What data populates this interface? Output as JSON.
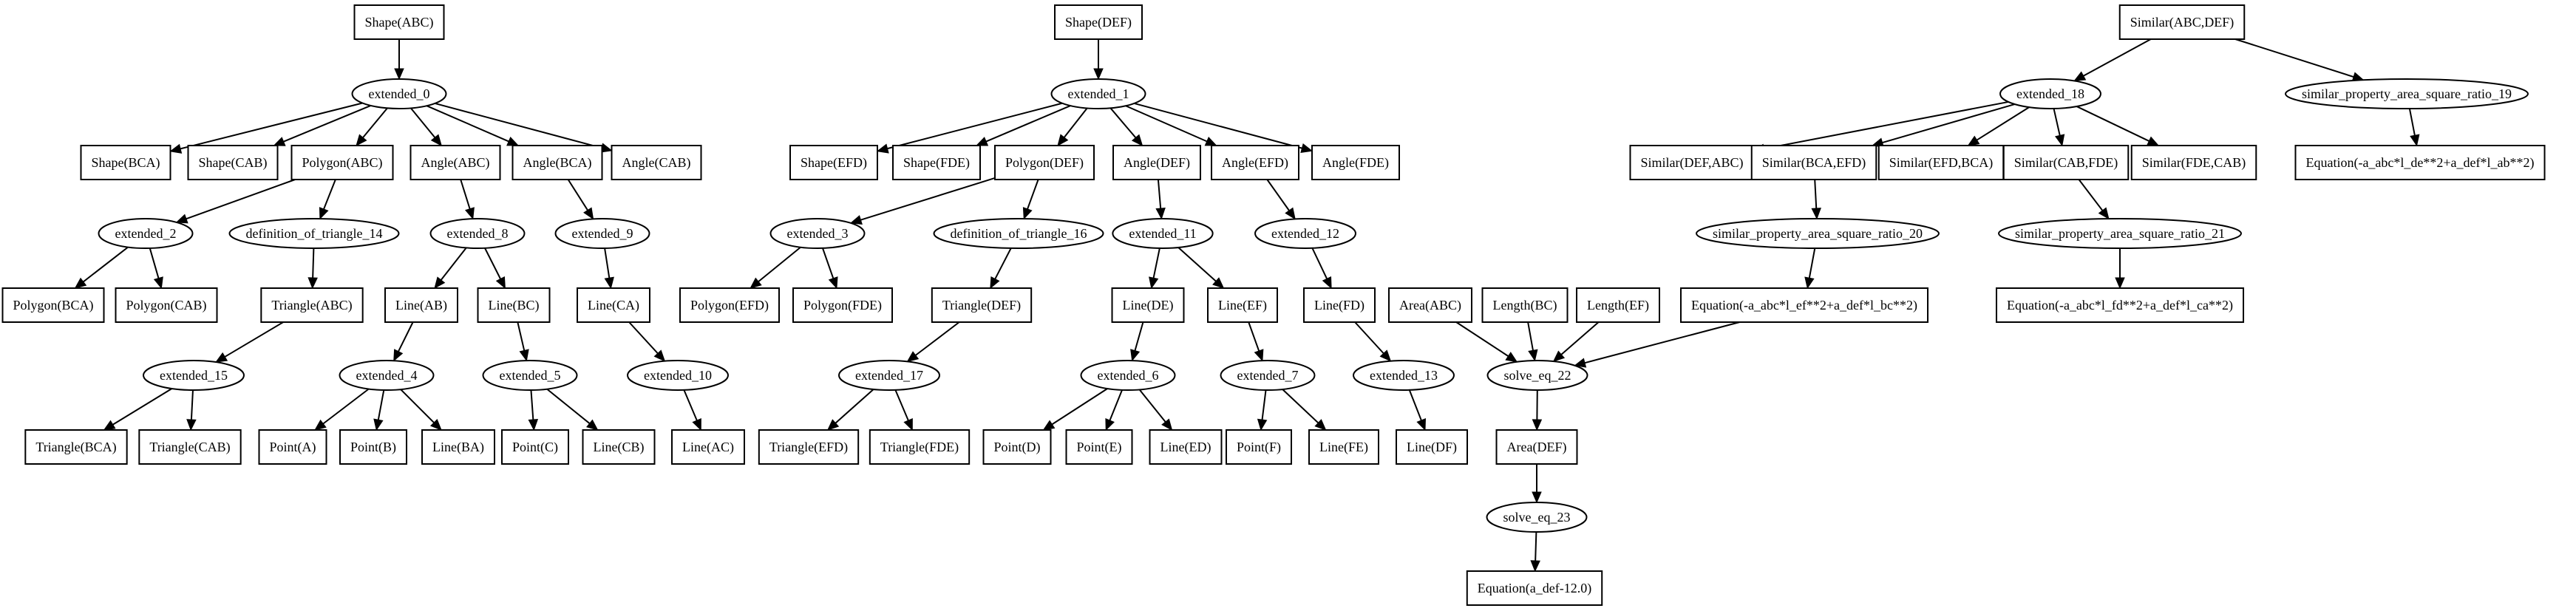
{
  "graph": {
    "nodes": [
      {
        "id": "n0",
        "label": "Shape(ABC)",
        "shape": "box"
      },
      {
        "id": "n1",
        "label": "extended_0",
        "shape": "ellipse"
      },
      {
        "id": "n2",
        "label": "Shape(BCA)",
        "shape": "box"
      },
      {
        "id": "n3",
        "label": "Shape(CAB)",
        "shape": "box"
      },
      {
        "id": "n4",
        "label": "Polygon(ABC)",
        "shape": "box"
      },
      {
        "id": "n5",
        "label": "Angle(ABC)",
        "shape": "box"
      },
      {
        "id": "n6",
        "label": "Angle(BCA)",
        "shape": "box"
      },
      {
        "id": "n7",
        "label": "Angle(CAB)",
        "shape": "box"
      },
      {
        "id": "n8",
        "label": "extended_2",
        "shape": "ellipse"
      },
      {
        "id": "n9",
        "label": "definition_of_triangle_14",
        "shape": "ellipse"
      },
      {
        "id": "n10",
        "label": "extended_8",
        "shape": "ellipse"
      },
      {
        "id": "n11",
        "label": "extended_9",
        "shape": "ellipse"
      },
      {
        "id": "n12",
        "label": "Polygon(BCA)",
        "shape": "box"
      },
      {
        "id": "n13",
        "label": "Polygon(CAB)",
        "shape": "box"
      },
      {
        "id": "n14",
        "label": "Triangle(ABC)",
        "shape": "box"
      },
      {
        "id": "n15",
        "label": "Line(AB)",
        "shape": "box"
      },
      {
        "id": "n16",
        "label": "Line(BC)",
        "shape": "box"
      },
      {
        "id": "n17",
        "label": "Line(CA)",
        "shape": "box"
      },
      {
        "id": "n18",
        "label": "extended_15",
        "shape": "ellipse"
      },
      {
        "id": "n19",
        "label": "extended_4",
        "shape": "ellipse"
      },
      {
        "id": "n20",
        "label": "extended_5",
        "shape": "ellipse"
      },
      {
        "id": "n21",
        "label": "extended_10",
        "shape": "ellipse"
      },
      {
        "id": "n22",
        "label": "Triangle(BCA)",
        "shape": "box"
      },
      {
        "id": "n23",
        "label": "Triangle(CAB)",
        "shape": "box"
      },
      {
        "id": "n24",
        "label": "Point(A)",
        "shape": "box"
      },
      {
        "id": "n25",
        "label": "Point(B)",
        "shape": "box"
      },
      {
        "id": "n26",
        "label": "Line(BA)",
        "shape": "box"
      },
      {
        "id": "n27",
        "label": "Point(C)",
        "shape": "box"
      },
      {
        "id": "n28",
        "label": "Line(CB)",
        "shape": "box"
      },
      {
        "id": "n29",
        "label": "Line(AC)",
        "shape": "box"
      },
      {
        "id": "m0",
        "label": "Shape(DEF)",
        "shape": "box"
      },
      {
        "id": "m1",
        "label": "extended_1",
        "shape": "ellipse"
      },
      {
        "id": "m2",
        "label": "Shape(EFD)",
        "shape": "box"
      },
      {
        "id": "m3",
        "label": "Shape(FDE)",
        "shape": "box"
      },
      {
        "id": "m4",
        "label": "Polygon(DEF)",
        "shape": "box"
      },
      {
        "id": "m5",
        "label": "Angle(DEF)",
        "shape": "box"
      },
      {
        "id": "m6",
        "label": "Angle(EFD)",
        "shape": "box"
      },
      {
        "id": "m7",
        "label": "Angle(FDE)",
        "shape": "box"
      },
      {
        "id": "m8",
        "label": "extended_3",
        "shape": "ellipse"
      },
      {
        "id": "m9",
        "label": "definition_of_triangle_16",
        "shape": "ellipse"
      },
      {
        "id": "m10",
        "label": "extended_11",
        "shape": "ellipse"
      },
      {
        "id": "m11",
        "label": "extended_12",
        "shape": "ellipse"
      },
      {
        "id": "m12",
        "label": "Polygon(EFD)",
        "shape": "box"
      },
      {
        "id": "m13",
        "label": "Polygon(FDE)",
        "shape": "box"
      },
      {
        "id": "m14",
        "label": "Triangle(DEF)",
        "shape": "box"
      },
      {
        "id": "m15",
        "label": "Line(DE)",
        "shape": "box"
      },
      {
        "id": "m16",
        "label": "Line(EF)",
        "shape": "box"
      },
      {
        "id": "m17",
        "label": "Line(FD)",
        "shape": "box"
      },
      {
        "id": "m18",
        "label": "extended_17",
        "shape": "ellipse"
      },
      {
        "id": "m19",
        "label": "extended_6",
        "shape": "ellipse"
      },
      {
        "id": "m20",
        "label": "extended_7",
        "shape": "ellipse"
      },
      {
        "id": "m21",
        "label": "extended_13",
        "shape": "ellipse"
      },
      {
        "id": "m22",
        "label": "Triangle(EFD)",
        "shape": "box"
      },
      {
        "id": "m23",
        "label": "Triangle(FDE)",
        "shape": "box"
      },
      {
        "id": "m24",
        "label": "Point(D)",
        "shape": "box"
      },
      {
        "id": "m25",
        "label": "Point(E)",
        "shape": "box"
      },
      {
        "id": "m26",
        "label": "Line(ED)",
        "shape": "box"
      },
      {
        "id": "m27",
        "label": "Point(F)",
        "shape": "box"
      },
      {
        "id": "m28",
        "label": "Line(FE)",
        "shape": "box"
      },
      {
        "id": "m29",
        "label": "Line(DF)",
        "shape": "box"
      },
      {
        "id": "s0",
        "label": "Similar(ABC,DEF)",
        "shape": "box"
      },
      {
        "id": "s1",
        "label": "extended_18",
        "shape": "ellipse"
      },
      {
        "id": "s2",
        "label": "similar_property_area_square_ratio_19",
        "shape": "ellipse"
      },
      {
        "id": "s3",
        "label": "Similar(DEF,ABC)",
        "shape": "box"
      },
      {
        "id": "s4",
        "label": "Similar(BCA,EFD)",
        "shape": "box"
      },
      {
        "id": "s5",
        "label": "Similar(EFD,BCA)",
        "shape": "box"
      },
      {
        "id": "s6",
        "label": "Similar(CAB,FDE)",
        "shape": "box"
      },
      {
        "id": "s7",
        "label": "Similar(FDE,CAB)",
        "shape": "box"
      },
      {
        "id": "s8",
        "label": "Equation(-a_abc*l_de**2+a_def*l_ab**2)",
        "shape": "box"
      },
      {
        "id": "s9",
        "label": "similar_property_area_square_ratio_20",
        "shape": "ellipse"
      },
      {
        "id": "s10",
        "label": "similar_property_area_square_ratio_21",
        "shape": "ellipse"
      },
      {
        "id": "s11",
        "label": "Equation(-a_abc*l_ef**2+a_def*l_bc**2)",
        "shape": "box"
      },
      {
        "id": "s12",
        "label": "Equation(-a_abc*l_fd**2+a_def*l_ca**2)",
        "shape": "box"
      },
      {
        "id": "s13",
        "label": "Area(ABC)",
        "shape": "box"
      },
      {
        "id": "s14",
        "label": "Length(BC)",
        "shape": "box"
      },
      {
        "id": "s15",
        "label": "Length(EF)",
        "shape": "box"
      },
      {
        "id": "s16",
        "label": "solve_eq_22",
        "shape": "ellipse"
      },
      {
        "id": "s17",
        "label": "Area(DEF)",
        "shape": "box"
      },
      {
        "id": "s18",
        "label": "solve_eq_23",
        "shape": "ellipse"
      },
      {
        "id": "s19",
        "label": "Equation(a_def-12.0)",
        "shape": "box"
      }
    ],
    "edges": [
      [
        "n0",
        "n1"
      ],
      [
        "n1",
        "n2"
      ],
      [
        "n1",
        "n3"
      ],
      [
        "n1",
        "n4"
      ],
      [
        "n1",
        "n5"
      ],
      [
        "n1",
        "n6"
      ],
      [
        "n1",
        "n7"
      ],
      [
        "n4",
        "n8"
      ],
      [
        "n4",
        "n9"
      ],
      [
        "n5",
        "n10"
      ],
      [
        "n6",
        "n11"
      ],
      [
        "n8",
        "n12"
      ],
      [
        "n8",
        "n13"
      ],
      [
        "n9",
        "n14"
      ],
      [
        "n10",
        "n15"
      ],
      [
        "n10",
        "n16"
      ],
      [
        "n11",
        "n17"
      ],
      [
        "n14",
        "n18"
      ],
      [
        "n15",
        "n19"
      ],
      [
        "n16",
        "n20"
      ],
      [
        "n17",
        "n21"
      ],
      [
        "n18",
        "n22"
      ],
      [
        "n18",
        "n23"
      ],
      [
        "n19",
        "n24"
      ],
      [
        "n19",
        "n25"
      ],
      [
        "n19",
        "n26"
      ],
      [
        "n20",
        "n27"
      ],
      [
        "n20",
        "n28"
      ],
      [
        "n21",
        "n29"
      ],
      [
        "m0",
        "m1"
      ],
      [
        "m1",
        "m2"
      ],
      [
        "m1",
        "m3"
      ],
      [
        "m1",
        "m4"
      ],
      [
        "m1",
        "m5"
      ],
      [
        "m1",
        "m6"
      ],
      [
        "m1",
        "m7"
      ],
      [
        "m4",
        "m8"
      ],
      [
        "m4",
        "m9"
      ],
      [
        "m5",
        "m10"
      ],
      [
        "m6",
        "m11"
      ],
      [
        "m8",
        "m12"
      ],
      [
        "m8",
        "m13"
      ],
      [
        "m9",
        "m14"
      ],
      [
        "m10",
        "m15"
      ],
      [
        "m10",
        "m16"
      ],
      [
        "m11",
        "m17"
      ],
      [
        "m14",
        "m18"
      ],
      [
        "m15",
        "m19"
      ],
      [
        "m16",
        "m20"
      ],
      [
        "m17",
        "m21"
      ],
      [
        "m18",
        "m22"
      ],
      [
        "m18",
        "m23"
      ],
      [
        "m19",
        "m24"
      ],
      [
        "m19",
        "m25"
      ],
      [
        "m19",
        "m26"
      ],
      [
        "m20",
        "m27"
      ],
      [
        "m20",
        "m28"
      ],
      [
        "m21",
        "m29"
      ],
      [
        "s0",
        "s1"
      ],
      [
        "s0",
        "s2"
      ],
      [
        "s1",
        "s3"
      ],
      [
        "s1",
        "s4"
      ],
      [
        "s1",
        "s5"
      ],
      [
        "s1",
        "s6"
      ],
      [
        "s1",
        "s7"
      ],
      [
        "s2",
        "s8"
      ],
      [
        "s4",
        "s9"
      ],
      [
        "s6",
        "s10"
      ],
      [
        "s9",
        "s11"
      ],
      [
        "s10",
        "s12"
      ],
      [
        "s13",
        "s16"
      ],
      [
        "s14",
        "s16"
      ],
      [
        "s15",
        "s16"
      ],
      [
        "s11",
        "s16"
      ],
      [
        "s16",
        "s17"
      ],
      [
        "s17",
        "s18"
      ],
      [
        "s18",
        "s19"
      ]
    ]
  }
}
